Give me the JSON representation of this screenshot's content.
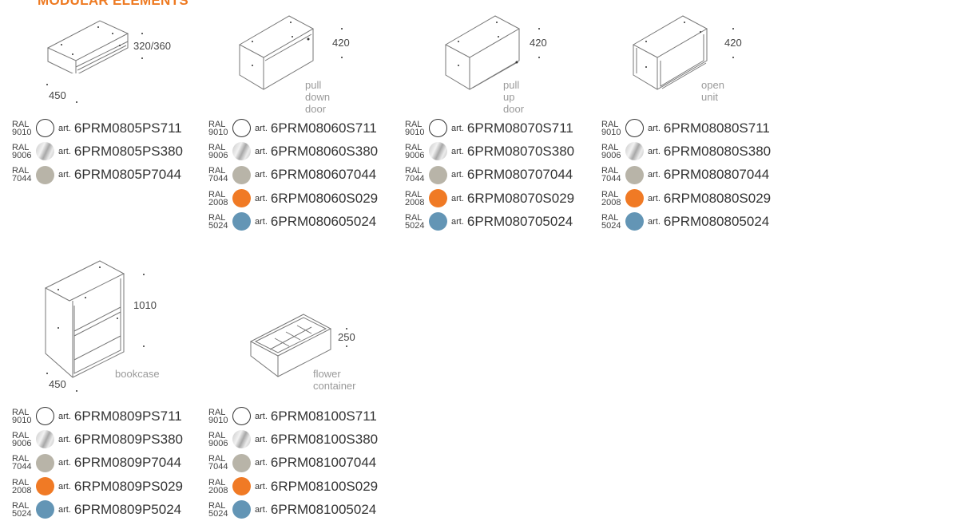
{
  "heading": "MODULAR ELEMENTS",
  "art_prefix": "art.",
  "products": [
    {
      "dims": [
        "320/360",
        "450"
      ],
      "caption": "",
      "items": [
        {
          "ral": [
            "RAL",
            "9010"
          ],
          "color": "#ffffff",
          "style": "outline",
          "code": "6PRM0805PS711"
        },
        {
          "ral": [
            "RAL",
            "9006"
          ],
          "color": "#d8d8d8",
          "style": "gradient",
          "code": "6PRM0805PS380"
        },
        {
          "ral": [
            "RAL",
            "7044"
          ],
          "color": "#b8b4a8",
          "style": "solid",
          "code": "6PRM0805P7044"
        }
      ]
    },
    {
      "dims": [
        "420"
      ],
      "caption": "pull down door",
      "items": [
        {
          "ral": [
            "RAL",
            "9010"
          ],
          "color": "#ffffff",
          "style": "outline",
          "code": "6PRM08060S711"
        },
        {
          "ral": [
            "RAL",
            "9006"
          ],
          "color": "#d8d8d8",
          "style": "gradient",
          "code": "6PRM08060S380"
        },
        {
          "ral": [
            "RAL",
            "7044"
          ],
          "color": "#b8b4a8",
          "style": "solid",
          "code": "6PRM080607044"
        },
        {
          "ral": [
            "RAL",
            "2008"
          ],
          "color": "#f07a25",
          "style": "solid",
          "code": "6RPM08060S029"
        },
        {
          "ral": [
            "RAL",
            "5024"
          ],
          "color": "#6395b5",
          "style": "solid",
          "code": "6PRM080605024"
        }
      ]
    },
    {
      "dims": [
        "420"
      ],
      "caption": "pull up door",
      "items": [
        {
          "ral": [
            "RAL",
            "9010"
          ],
          "color": "#ffffff",
          "style": "outline",
          "code": "6PRM08070S711"
        },
        {
          "ral": [
            "RAL",
            "9006"
          ],
          "color": "#d8d8d8",
          "style": "gradient",
          "code": "6PRM08070S380"
        },
        {
          "ral": [
            "RAL",
            "7044"
          ],
          "color": "#b8b4a8",
          "style": "solid",
          "code": "6PRM080707044"
        },
        {
          "ral": [
            "RAL",
            "2008"
          ],
          "color": "#f07a25",
          "style": "solid",
          "code": "6RPM08070S029"
        },
        {
          "ral": [
            "RAL",
            "5024"
          ],
          "color": "#6395b5",
          "style": "solid",
          "code": "6PRM080705024"
        }
      ]
    },
    {
      "dims": [
        "420"
      ],
      "caption": "open unit",
      "items": [
        {
          "ral": [
            "RAL",
            "9010"
          ],
          "color": "#ffffff",
          "style": "outline",
          "code": "6PRM08080S711"
        },
        {
          "ral": [
            "RAL",
            "9006"
          ],
          "color": "#d8d8d8",
          "style": "gradient",
          "code": "6PRM08080S380"
        },
        {
          "ral": [
            "RAL",
            "7044"
          ],
          "color": "#b8b4a8",
          "style": "solid",
          "code": "6PRM080807044"
        },
        {
          "ral": [
            "RAL",
            "2008"
          ],
          "color": "#f07a25",
          "style": "solid",
          "code": "6RPM08080S029"
        },
        {
          "ral": [
            "RAL",
            "5024"
          ],
          "color": "#6395b5",
          "style": "solid",
          "code": "6PRM080805024"
        }
      ]
    },
    {
      "dims": [
        "1010",
        "450"
      ],
      "caption": "bookcase",
      "items": [
        {
          "ral": [
            "RAL",
            "9010"
          ],
          "color": "#ffffff",
          "style": "outline",
          "code": "6PRM0809PS711"
        },
        {
          "ral": [
            "RAL",
            "9006"
          ],
          "color": "#d8d8d8",
          "style": "gradient",
          "code": "6PRM0809PS380"
        },
        {
          "ral": [
            "RAL",
            "7044"
          ],
          "color": "#b8b4a8",
          "style": "solid",
          "code": "6PRM0809P7044"
        },
        {
          "ral": [
            "RAL",
            "2008"
          ],
          "color": "#f07a25",
          "style": "solid",
          "code": "6RPM0809PS029"
        },
        {
          "ral": [
            "RAL",
            "5024"
          ],
          "color": "#6395b5",
          "style": "solid",
          "code": "6PRM0809P5024"
        }
      ]
    },
    {
      "dims": [
        "250"
      ],
      "caption": "flower container",
      "items": [
        {
          "ral": [
            "RAL",
            "9010"
          ],
          "color": "#ffffff",
          "style": "outline",
          "code": "6PRM08100S711"
        },
        {
          "ral": [
            "RAL",
            "9006"
          ],
          "color": "#d8d8d8",
          "style": "gradient",
          "code": "6PRM08100S380"
        },
        {
          "ral": [
            "RAL",
            "7044"
          ],
          "color": "#b8b4a8",
          "style": "solid",
          "code": "6PRM081007044"
        },
        {
          "ral": [
            "RAL",
            "2008"
          ],
          "color": "#f07a25",
          "style": "solid",
          "code": "6RPM08100S029"
        },
        {
          "ral": [
            "RAL",
            "5024"
          ],
          "color": "#6395b5",
          "style": "solid",
          "code": "6PRM081005024"
        }
      ]
    }
  ]
}
